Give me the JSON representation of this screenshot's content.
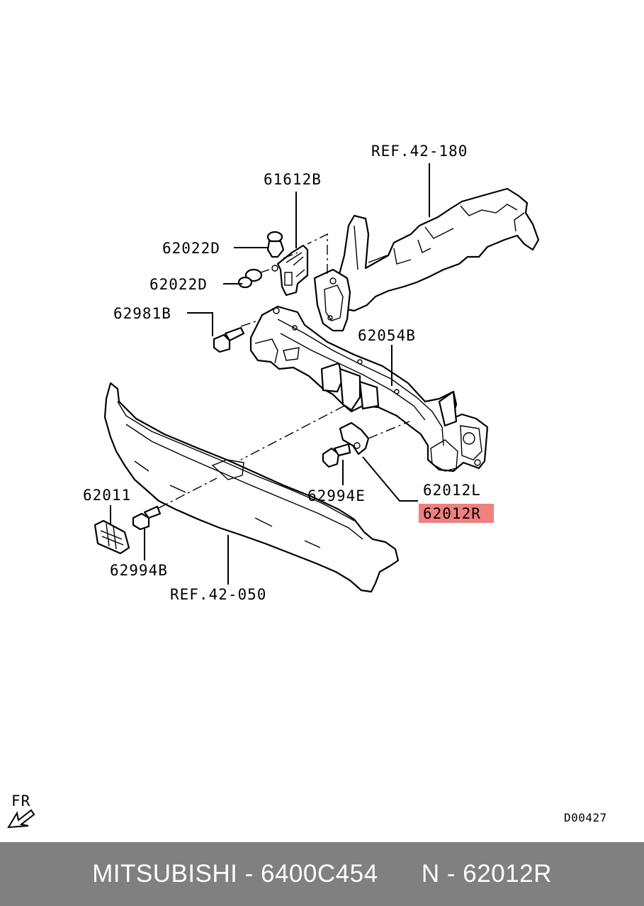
{
  "diagram": {
    "labels": {
      "ref_42_180": "REF.42-180",
      "p61612B": "61612B",
      "p62022D_top": "62022D",
      "p62022D_bottom": "62022D",
      "p62981B": "62981B",
      "p62054B": "62054B",
      "p62012L": "62012L",
      "p62012R": "62012R",
      "p62994E": "62994E",
      "p62011": "62011",
      "p62994B": "62994B",
      "ref_42_050": "REF.42-050",
      "front_marker": "FR",
      "diagram_code": "D00427"
    },
    "highlight_color": "#f08080"
  },
  "footer": {
    "brand_part": "MITSUBISHI - 6400C454",
    "number": "N - 62012R",
    "background": "#808080"
  }
}
